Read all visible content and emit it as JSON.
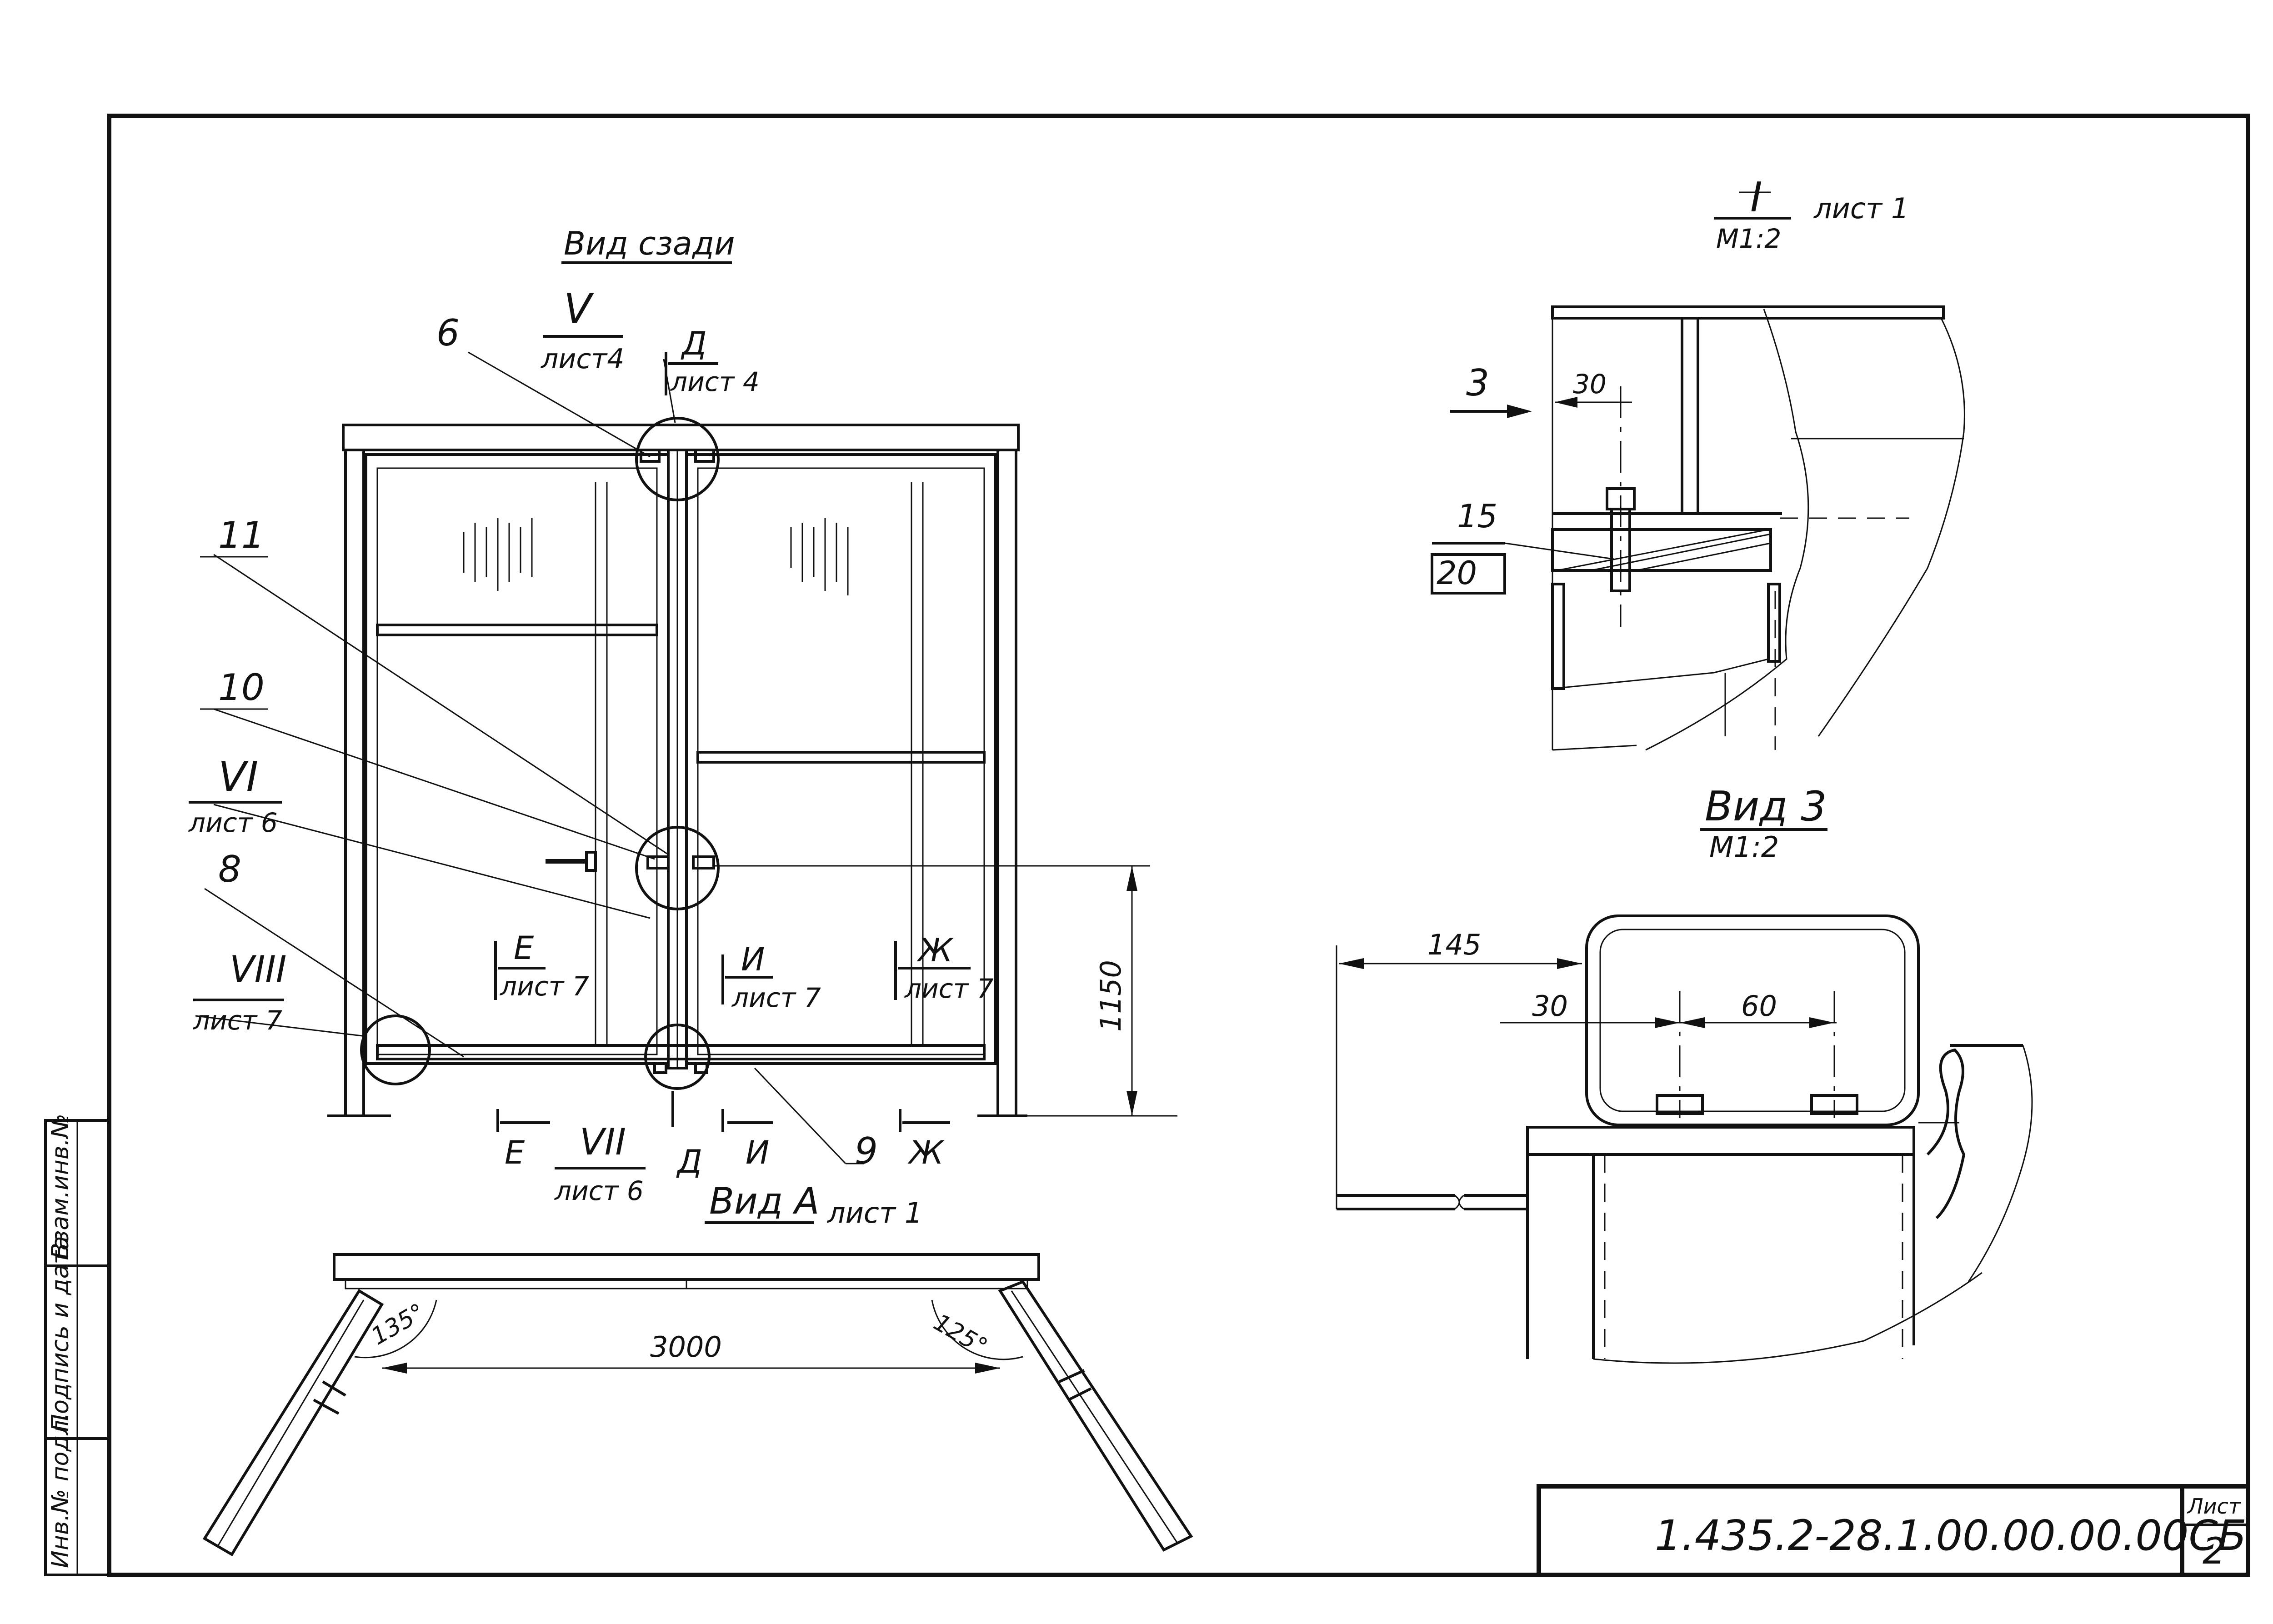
{
  "title_block": {
    "designation": "1.435.2-28.1.00.00.00.00СБ",
    "sheet_label": "Лист",
    "sheet_number": "2"
  },
  "side_stamp": {
    "inv_podl": "Инв.№ подл.",
    "podpis_data": "Подпись и дата",
    "vzam_inv": "Взам.инв.№"
  },
  "rear_view": {
    "title": "Вид сзади",
    "callouts": [
      "6",
      "11",
      "10",
      "8",
      "9"
    ],
    "node_V": {
      "num": "V",
      "sheet": "лист4"
    },
    "node_VI": {
      "num": "VI",
      "sheet": "лист 6"
    },
    "node_VII": {
      "num": "VII",
      "sheet": "лист 6"
    },
    "node_VIII": {
      "num": "VIII",
      "sheet": "лист 7"
    },
    "sec_D_top": {
      "letter": "Д",
      "sheet": "лист 4"
    },
    "sec_E": {
      "letter": "Е",
      "sheet": "лист 7"
    },
    "sec_I": {
      "letter": "И",
      "sheet": "лист 7"
    },
    "sec_Zh": {
      "letter": "Ж",
      "sheet": "лист 7"
    },
    "bottom_E": "Е",
    "bottom_D": "Д",
    "bottom_I": "И",
    "bottom_Zh": "Ж",
    "dim_height": "1150"
  },
  "view_A": {
    "title": "Вид А",
    "sheet": "лист 1",
    "dim_width": "3000",
    "angle_left": "135°",
    "angle_right": "125°"
  },
  "detail_I": {
    "num": "I",
    "scale": "М1:2",
    "sheet": "лист 1",
    "arrow_label": "3",
    "dim_30": "30",
    "pos_15": "15",
    "pos_20": "20"
  },
  "view_3": {
    "title": "Вид 3",
    "scale": "М1:2",
    "dim_145": "145",
    "dim_30": "30",
    "dim_60": "60"
  }
}
